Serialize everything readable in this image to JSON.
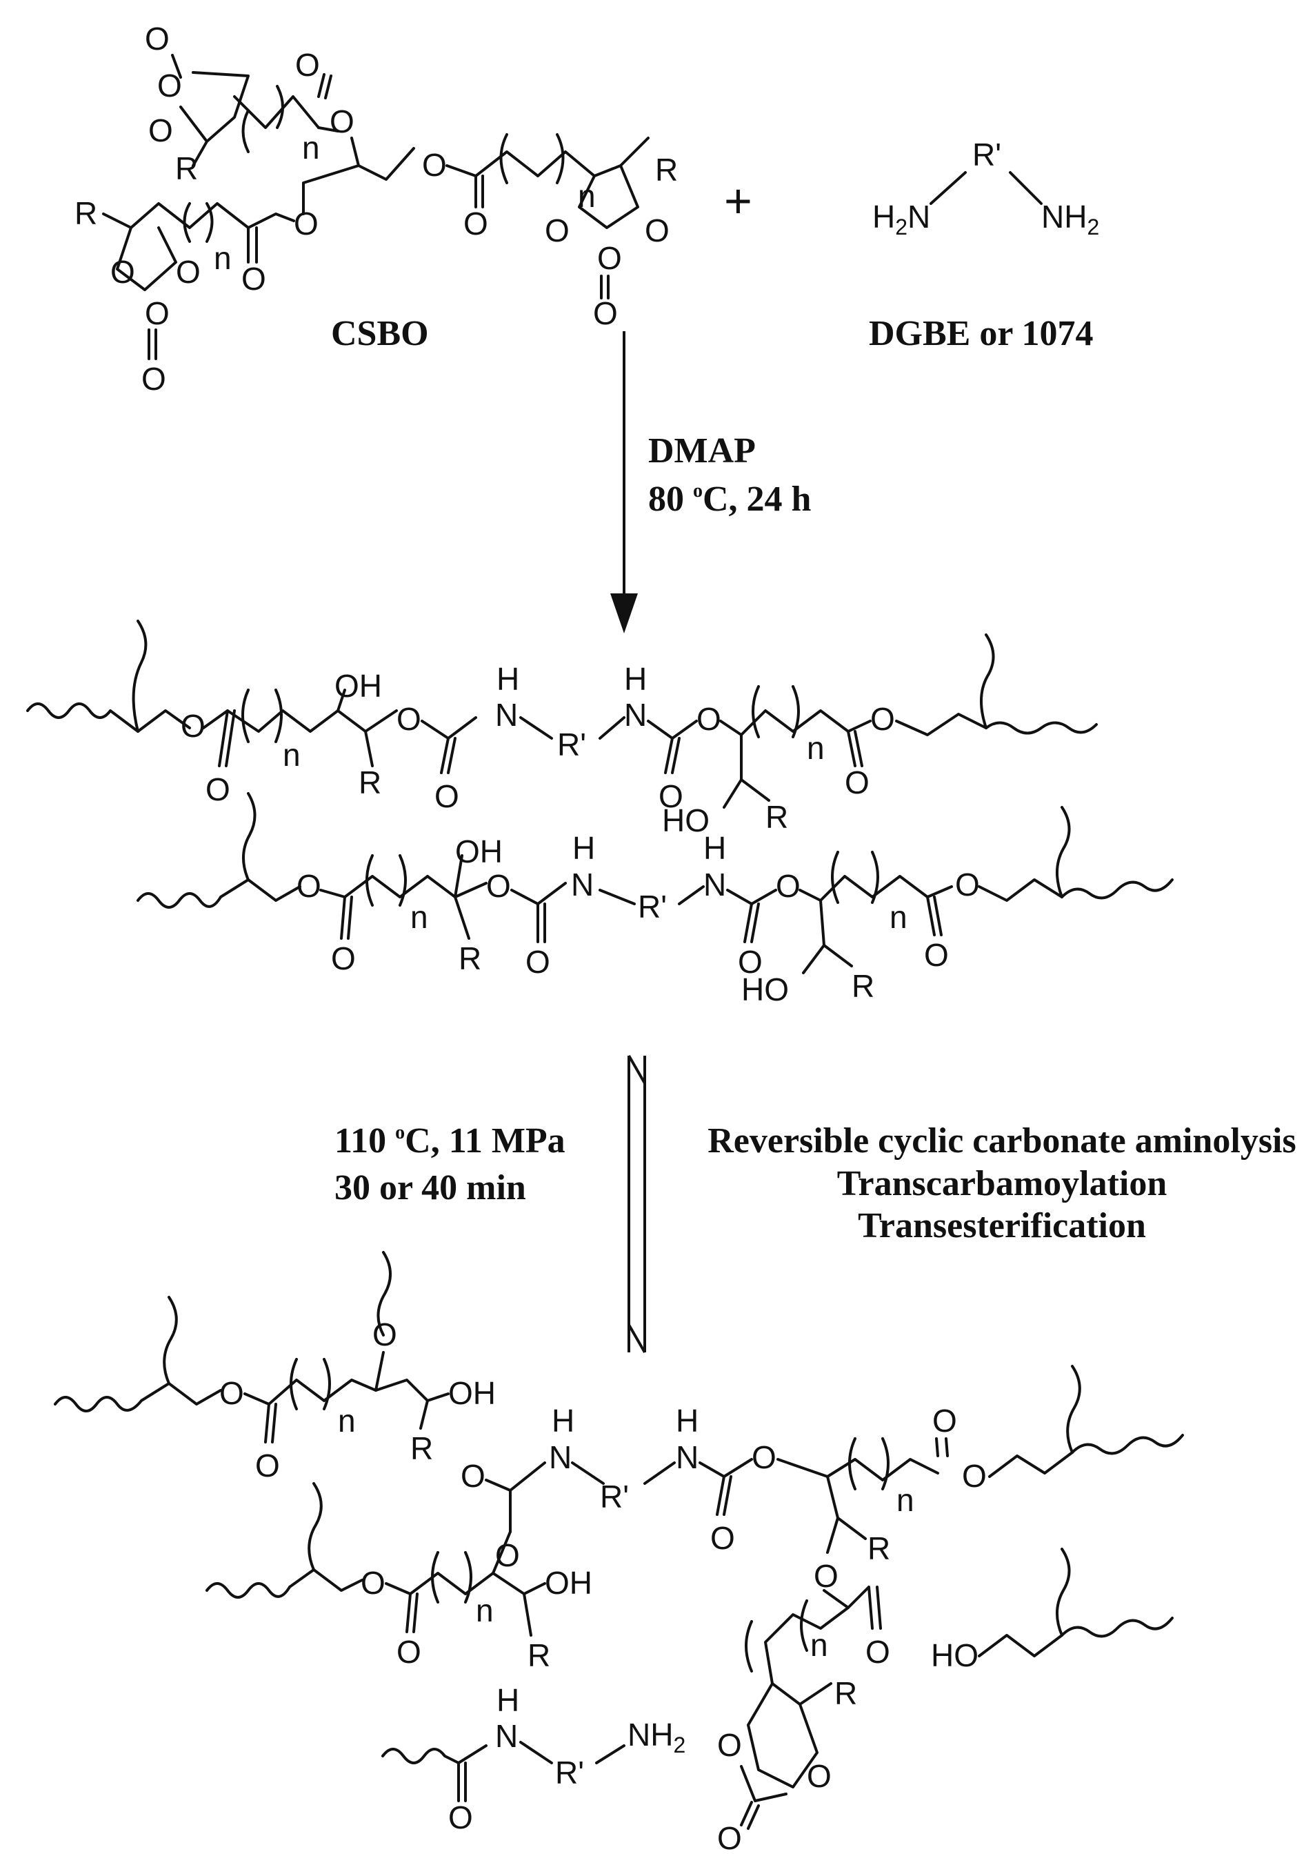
{
  "labels": {
    "reactant1_name": "CSBO",
    "reactant2_name": "DGBE or 1074",
    "plus": "+",
    "step1_catalyst": "DMAP",
    "step1_temp": "80",
    "step1_temp_unit": "C, 24 h",
    "step2_temp": "110",
    "step2_cond": "C, 11 MPa",
    "step2_time": "30 or 40 min",
    "degree_mark": "o",
    "mechanisms": [
      "Reversible cyclic carbonate aminolysis",
      "Transcarbamoylation",
      "Transesterification"
    ]
  },
  "atoms": {
    "O": "O",
    "OH": "OH",
    "HO": "HO",
    "H": "H",
    "N": "N",
    "R": "R",
    "R_prime": "R'",
    "n": "n",
    "H2N_main": "H",
    "H2N_sub": "2",
    "H2N_N": "N",
    "NH2_main": "NH",
    "NH2_sub": "2"
  },
  "colors": {
    "ink": "#111111",
    "background": "#ffffff"
  }
}
